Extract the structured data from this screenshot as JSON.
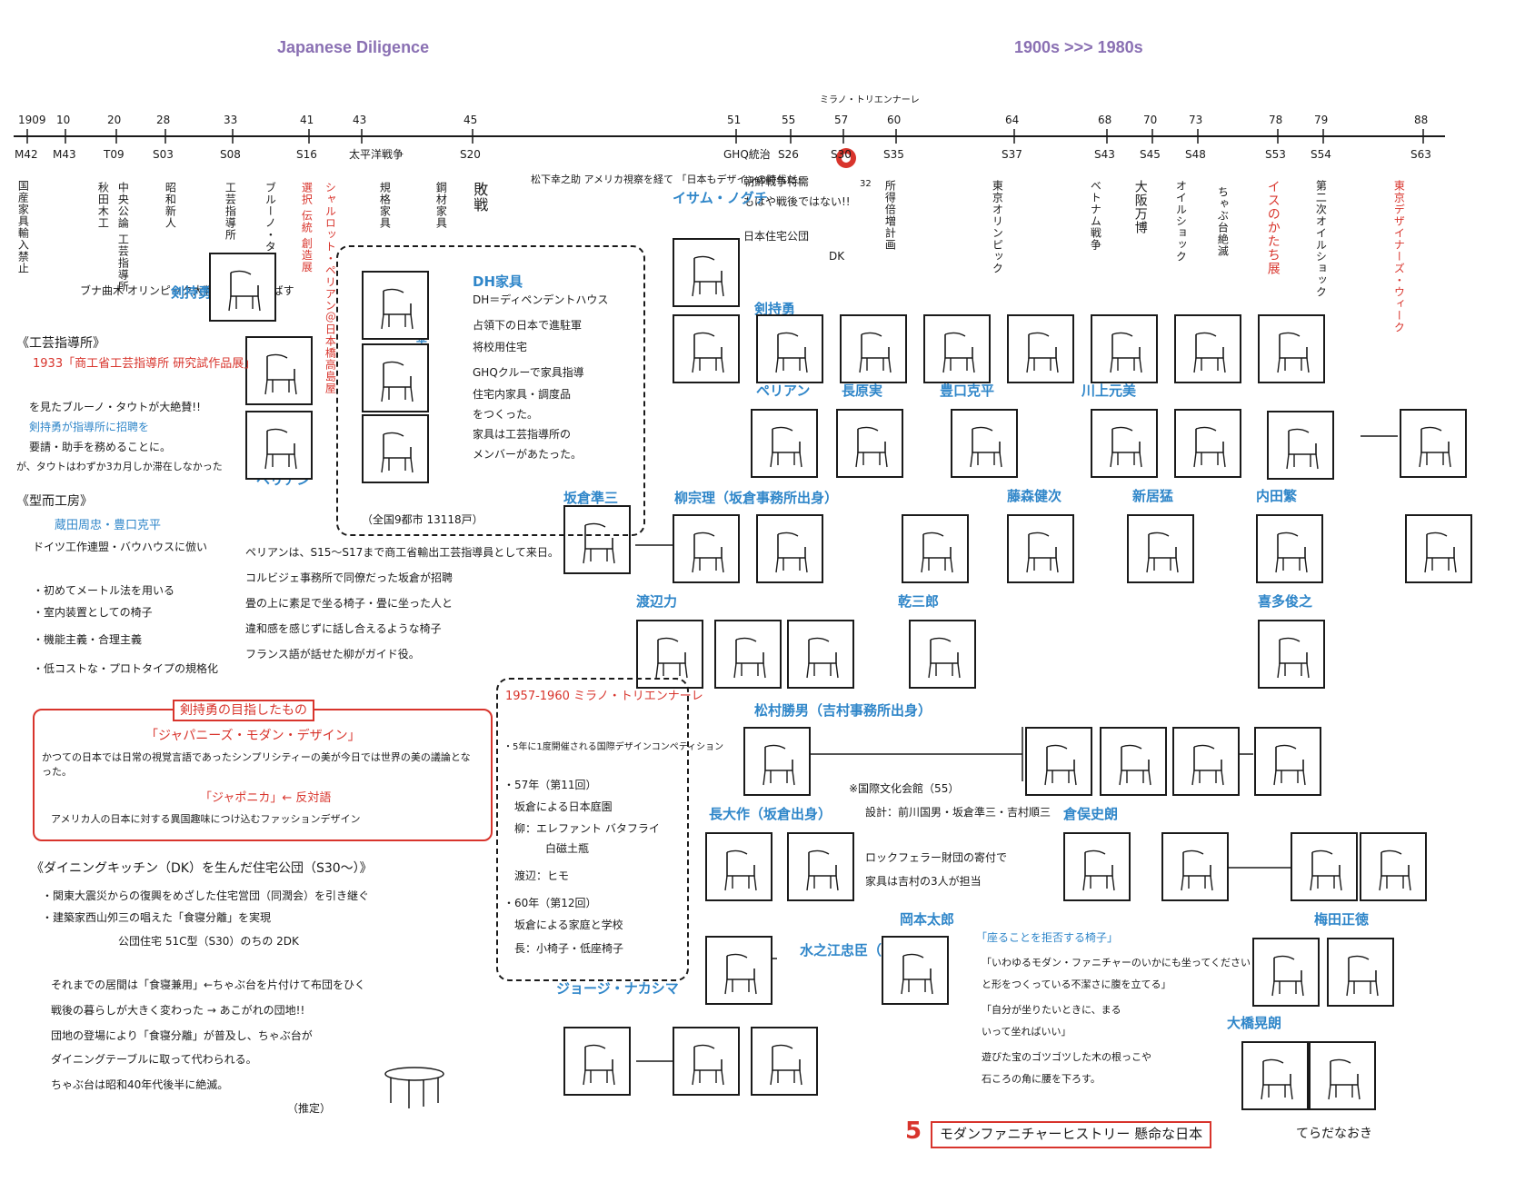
{
  "header": {
    "left_title": "Japanese Diligence",
    "right_title": "1900s >>> 1980s"
  },
  "timeline": {
    "years": [
      "1909",
      "10",
      "20",
      "28",
      "33",
      "41",
      "43",
      "45",
      "51",
      "55",
      "57",
      "60",
      "64",
      "68",
      "70",
      "73",
      "78",
      "79",
      "88"
    ],
    "eras": [
      "M42",
      "M43",
      "T09",
      "S03",
      "S08",
      "S16",
      "太平洋戦争",
      "S20",
      "GHQ統治",
      "S26",
      "S30",
      "S35",
      "S37",
      "S43",
      "S45",
      "S48",
      "S53",
      "S54",
      "S63"
    ],
    "marker_label": "ミラノ・トリエンナーレ",
    "marker_num": "32"
  },
  "events": [
    "国産家具輸入禁止",
    "ブナ曲木 オリンピック大戦で 輸出を伸ばす",
    "秋田木工",
    "中央公論 工芸指導所",
    "昭和新人",
    "工芸指導所",
    "ブルーノ・タウト",
    "選択 伝統 創造展",
    "シャルロット・ペリアン＠日本橋高島屋",
    "規格家具",
    "鋼材家具",
    "敗戦",
    "松下幸之助 アメリカ視察を経て 「日本もデザインの時代だ」",
    "朝鮮戦争特需",
    "もはや戦後ではない!!",
    "日本住宅公団",
    "DK",
    "所得倍増計画",
    "東京オリンピック",
    "ベトナム戦争",
    "大阪万博",
    "オイルショック",
    "ちゃぶ台絶滅",
    "イスのかたち展",
    "第二次オイルショック",
    "東京デザイナーズ・ウィーク"
  ],
  "designers": {
    "kenmochi": "剣持勇",
    "periand": "ペリアン",
    "nagahara": "長原実",
    "toyoguchi": "豊口克平",
    "kawakami": "川上元美",
    "yanagi": "柳宗理（坂倉事務所出身）",
    "sakakura": "坂倉準三",
    "fujimori": "藤森健次",
    "niimi": "新居猛",
    "uchida": "内田繁",
    "watanabe": "渡辺力",
    "inui": "乾三郎",
    "kita": "喜多俊之",
    "matsumura": "松村勝男（吉村事務所出身）",
    "chodaisaku": "長大作（坂倉出身）",
    "kurata": "倉俣史朗",
    "okamoto": "岡本太郎",
    "mizunoe": "水之江忠臣（前川）",
    "nakashima": "ジョージ・ナカシマ",
    "umeda": "梅田正徳",
    "ohashi": "大橋晃朗",
    "isamu": "イサム・ノグチ"
  },
  "notes": {
    "kogei_title": "《工芸指導所》",
    "kogei_1": "1933「商工省工芸指導所 研究試作品展」",
    "kogei_2": "を見たブルーノ・タウトが大絶賛!!",
    "kogei_3": "剣持勇が指導所に招聘を",
    "kogei_4": "要請・助手を務めることに。",
    "kogei_5": "が、タウトはわずか3カ月しか滞在しなかった",
    "kata_title": "《型而工房》",
    "kata_1": "蔵田周忠・豊口克平",
    "kata_2": "ドイツ工作連盟・バウハウスに倣い",
    "kata_3": "・初めてメートル法を用いる",
    "kata_4": "・室内装置としての椅子",
    "kata_5": "・機能主義・合理主義",
    "kata_6": "・低コストな・プロトタイプの規格化",
    "dh_title": "DH家具",
    "dh_1": "DH＝ディペンデントハウス",
    "dh_2": "占領下の日本で進駐軍",
    "dh_3": "将校用住宅",
    "dh_4": "GHQクルーで家具指導",
    "dh_5": "住宅内家具・調度品",
    "dh_6": "をつくった。",
    "dh_7": "家具は工芸指導所の",
    "dh_8": "メンバーがあたった。",
    "dh_count": "（全国9都市 13118戸）",
    "periand_1": "ペリアンは、S15〜S17まで商工省輸出工芸指導員として来日。",
    "periand_2": "コルビジェ事務所で同僚だった坂倉が招聘",
    "periand_3": "畳の上に素足で坐る椅子・畳に坐った人と",
    "periand_4": "違和感を感じずに話し合えるような椅子",
    "periand_5": "フランス語が話せた柳がガイド役。",
    "kenmochi_box_title": "剣持勇の目指したもの",
    "kenmochi_box_sub": "「ジャパニーズ・モダン・デザイン」",
    "kenmochi_box_1": "かつての日本では日常の視覚言語であったシンプリシティーの美が今日では世界の美の議論となった。",
    "kenmochi_box_2": "「ジャポニカ」← 反対語",
    "kenmochi_box_3": "アメリカ人の日本に対する異国趣味につけ込むファッションデザイン",
    "dk_title": "《ダイニングキッチン（DK）を生んだ住宅公団（S30〜）》",
    "dk_1": "・関東大震災からの復興をめざした住宅営団（同潤会）を引き継ぐ",
    "dk_2": "・建築家西山夘三の唱えた「食寝分離」を実現",
    "dk_3": "公団住宅 51C型（S30）のちの 2DK",
    "chabu_1": "それまでの居間は「食寝兼用」←ちゃぶ台を片付けて布団をひく",
    "chabu_2": "戦後の暮らしが大きく変わった → あこがれの団地!!",
    "chabu_3": "団地の登場により「食寝分離」が普及し、ちゃぶ台が",
    "chabu_4": "ダイニングテーブルに取って代わられる。",
    "chabu_5": "ちゃぶ台は昭和40年代後半に絶滅。",
    "chabu_6": "（推定）",
    "milan_title": "1957-1960 ミラノ・トリエンナーレ",
    "milan_1": "・5年に1度開催される国際デザインコンペティション",
    "milan_2": "・57年（第11回）",
    "milan_3": "坂倉による日本庭園",
    "milan_4": "柳：エレファント バタフライ",
    "milan_5": "白磁土瓶",
    "milan_6": "渡辺：ヒモ",
    "milan_7": "・60年（第12回）",
    "milan_8": "坂倉による家庭と学校",
    "milan_9": "長：小椅子・低座椅子",
    "kokusai_1": "※国際文化会館（55）",
    "kokusai_2": "設計：前川国男・坂倉準三・吉村順三",
    "kokusai_3": "ロックフェラー財団の寄付で",
    "kokusai_4": "家具は吉村の3人が担当",
    "okamoto_1": "「座ることを拒否する椅子」",
    "okamoto_2": "「いわゆるモダン・ファニチャーのいかにも坐ってください",
    "okamoto_3": "と形をつくっている不潔さに腹を立てる」",
    "okamoto_4": "「自分が坐りたいときに、まる",
    "okamoto_5": "いって坐ればいい」",
    "okamoto_6": "遊びた宝のゴツゴツした木の根っこや",
    "okamoto_7": "石ころの角に腰を下ろす。",
    "footer_num": "5",
    "footer_title": "モダンファニチャーヒストリー 懸命な日本",
    "footer_author": "てらだなおき"
  }
}
